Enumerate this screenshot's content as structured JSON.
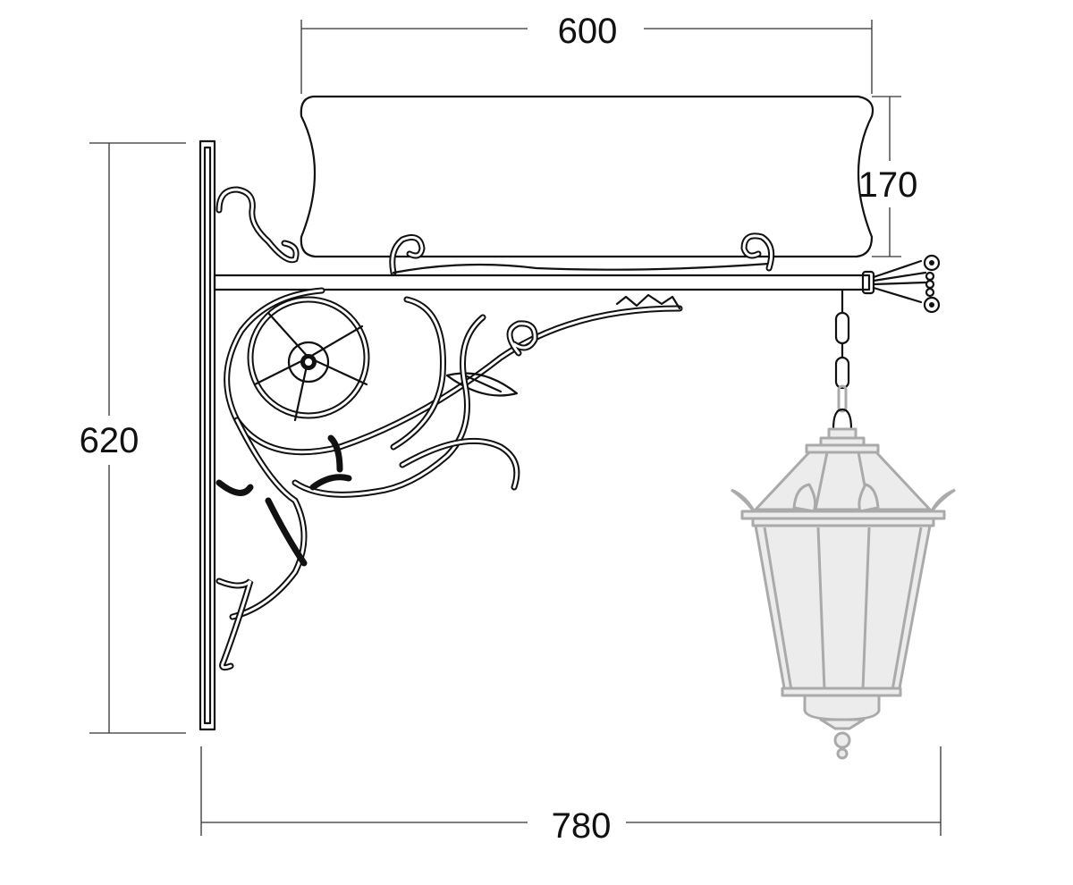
{
  "dimensions": {
    "sign_width": "600",
    "sign_height": "170",
    "overall_height": "620",
    "overall_projection": "780"
  },
  "colors": {
    "bracket": "#111111",
    "lantern": "#aaaaaa",
    "lantern_glass": "#ececec",
    "dimension_lines": "#333333"
  }
}
